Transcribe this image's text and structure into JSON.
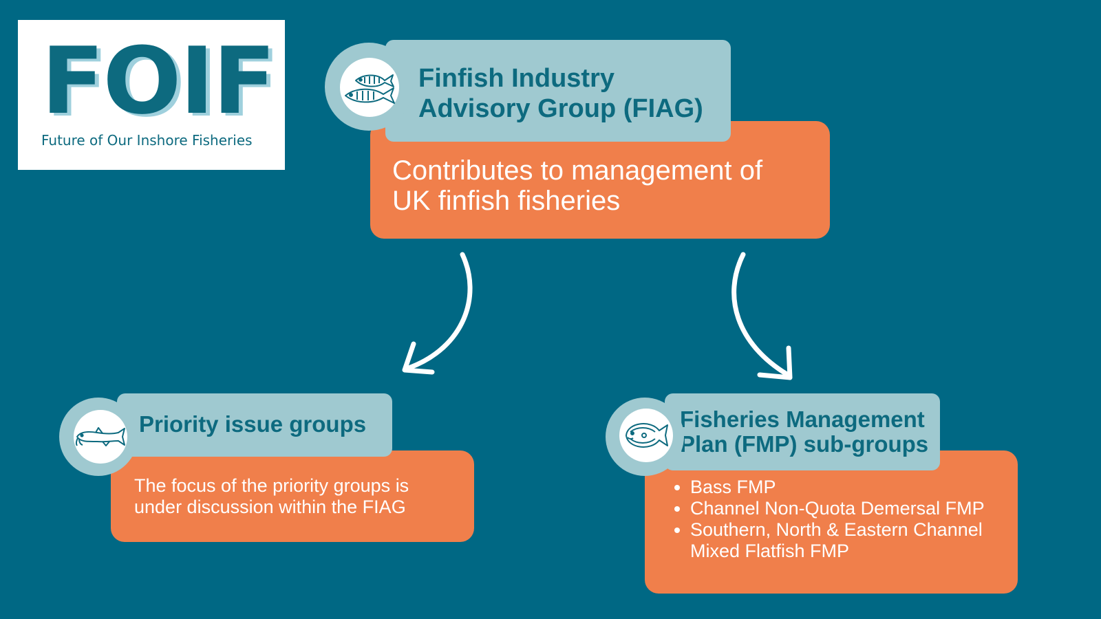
{
  "logo": {
    "acronym": "FOIF",
    "subtitle": "Future of Our Inshore Fisheries"
  },
  "fiag": {
    "title_line1": "Finfish Industry",
    "title_line2": "Advisory Group (FIAG)",
    "description_line1": "Contributes to management of",
    "description_line2": "UK finfish fisheries",
    "icon": "two-fish-icon"
  },
  "priority": {
    "title": "Priority issue groups",
    "description_line1": "The focus of the priority groups is",
    "description_line2": "under discussion within the FIAG",
    "icon": "catfish-icon"
  },
  "fmp": {
    "title_line1": "Fisheries Management",
    "title_line2": "Plan (FMP) sub-groups",
    "items": [
      "Bass FMP",
      "Channel Non-Quota Demersal FMP",
      "Southern, North & Eastern Channel Mixed Flatfish FMP"
    ],
    "icon": "flatfish-icon"
  },
  "colors": {
    "background": "#006884",
    "orange": "#f07f4b",
    "teal_panel": "#9fc9d0",
    "title_text": "#0d6a7f",
    "white": "#ffffff"
  }
}
